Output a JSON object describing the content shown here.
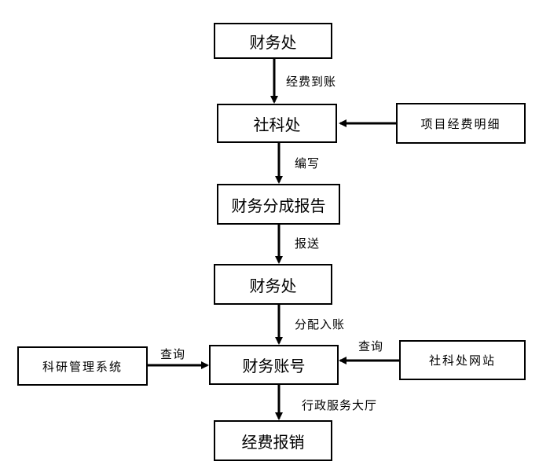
{
  "nodes": {
    "finance_office_top": "财务处",
    "social_science_office": "社科处",
    "project_fund_details": "项目经费明细",
    "financial_allocation_report": "财务分成报告",
    "finance_office_mid": "财务处",
    "financial_account": "财务账号",
    "research_mgmt_system": "科研管理系统",
    "social_science_website": "社科处网站",
    "expense_reimbursement": "经费报销"
  },
  "edges": {
    "funds_arrival": "经费到账",
    "compile": "编写",
    "submit": "报送",
    "allocate_account": "分配入账",
    "query_left": "查询",
    "query_right": "查询",
    "admin_hall": "行政服务大厅"
  },
  "colors": {
    "line": "#000000",
    "box_border": "#000000",
    "background": "#ffffff"
  }
}
